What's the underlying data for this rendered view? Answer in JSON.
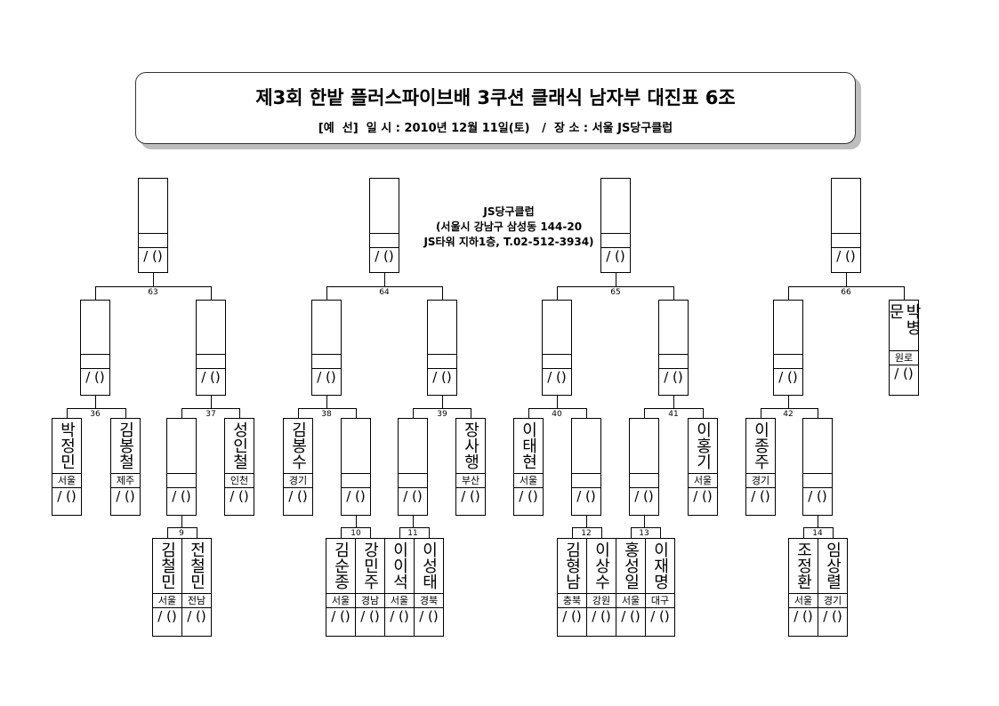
{
  "header": {
    "title": "제3회 한밭 플러스파이브배 3쿠션 클래식 남자부 대진표 6조",
    "subtitle": "[예  선]  일 시 : 2010년 12월 11일(토)   /  장 소 : 서울 JS당구클럽"
  },
  "venue": {
    "name": "JS당구클럽",
    "address": "(서울시 강남구 삼성동 144-20",
    "detail": "JS타워 지하1층, T.02-512-3934)"
  },
  "slot_mark": "/ ()",
  "matches": {
    "m63": "63",
    "m64": "64",
    "m65": "65",
    "m66": "66",
    "m36": "36",
    "m37": "37",
    "m38": "38",
    "m39": "39",
    "m40": "40",
    "m41": "41",
    "m42": "42",
    "m9": "9",
    "m10": "10",
    "m11": "11",
    "m12": "12",
    "m13": "13",
    "m14": "14"
  },
  "players": {
    "p1": {
      "name": "박정민",
      "region": "서울"
    },
    "p2": {
      "name": "김봉철",
      "region": "제주"
    },
    "p3": {
      "name": "성인철",
      "region": "인천"
    },
    "p4": {
      "name": "김봉수",
      "region": "경기"
    },
    "p5": {
      "name": "장사행",
      "region": "부산"
    },
    "p6": {
      "name": "이태현",
      "region": "서울"
    },
    "p7": {
      "name": "이홍기",
      "region": "서울"
    },
    "p8": {
      "name": "이종주",
      "region": "경기"
    },
    "p9": {
      "name": "박병문",
      "region": "원로"
    },
    "p10": {
      "name": "김철민",
      "region": "서울"
    },
    "p11": {
      "name": "전철민",
      "region": "전남"
    },
    "p12": {
      "name": "김순종",
      "region": "서울"
    },
    "p13": {
      "name": "강민주",
      "region": "경남"
    },
    "p14": {
      "name": "이이석",
      "region": "서울"
    },
    "p15": {
      "name": "이성태",
      "region": "경북"
    },
    "p16": {
      "name": "김형남",
      "region": "충북"
    },
    "p17": {
      "name": "이상수",
      "region": "강원"
    },
    "p18": {
      "name": "홍성일",
      "region": "서울"
    },
    "p19": {
      "name": "이재명",
      "region": "대구"
    },
    "p20": {
      "name": "조정환",
      "region": "서울"
    },
    "p21": {
      "name": "임상렬",
      "region": "경기"
    }
  }
}
